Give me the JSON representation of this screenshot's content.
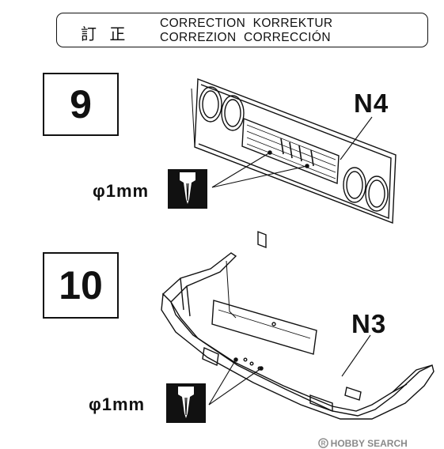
{
  "header": {
    "japanese": "訂 正",
    "line1": "CORRECTION  KORREKTUR",
    "line2": "CORREZION  CORRECCIÓN"
  },
  "steps": [
    {
      "number": "9",
      "part": "N4",
      "drill": "φ1mm"
    },
    {
      "number": "10",
      "part": "N3",
      "drill": "φ1mm"
    }
  ],
  "watermark": "HOBBY SEARCH",
  "icons": [
    "drill-bit-icon",
    "registered-mark-icon"
  ]
}
